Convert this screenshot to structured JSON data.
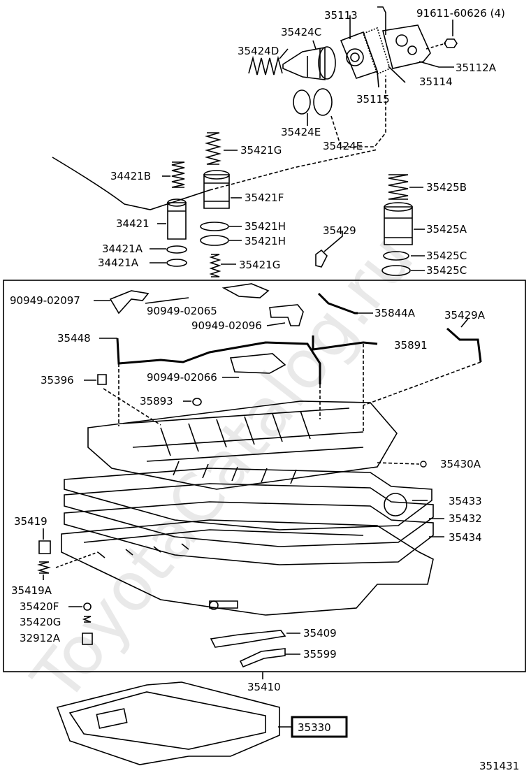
{
  "diagram": {
    "watermark": "ToyotaCatalog.ru",
    "figure_number": "351431",
    "highlighted_part": "35330",
    "parts": {
      "p35113": "35113",
      "p91611": "91611-60626 (4)",
      "p35424C": "35424C",
      "p35424D": "35424D",
      "p35112A": "35112A",
      "p35114": "35114",
      "p35115": "35115",
      "p35424E_1": "35424E",
      "p35424E_2": "35424E",
      "p35421G_top": "35421G",
      "p34421B": "34421B",
      "p35421F": "35421F",
      "p35425B": "35425B",
      "p34421": "34421",
      "p35421H_1": "35421H",
      "p35421H_2": "35421H",
      "p35429": "35429",
      "p35425A": "35425A",
      "p34421A_1": "34421A",
      "p34421A_2": "34421A",
      "p35421G_bot": "35421G",
      "p35425C_1": "35425C",
      "p35425C_2": "35425C",
      "p90949_02097": "90949-02097",
      "p90949_02065": "90949-02065",
      "p35844A": "35844A",
      "p90949_02096": "90949-02096",
      "p35429A": "35429A",
      "p35448": "35448",
      "p35891": "35891",
      "p90949_02066": "90949-02066",
      "p35396": "35396",
      "p35893": "35893",
      "p35430A": "35430A",
      "p35433": "35433",
      "p35432": "35432",
      "p35419": "35419",
      "p35434": "35434",
      "p35419A": "35419A",
      "p35420F": "35420F",
      "p35420G": "35420G",
      "p32912A": "32912A",
      "p35409": "35409",
      "p35599": "35599",
      "p35410": "35410"
    }
  }
}
